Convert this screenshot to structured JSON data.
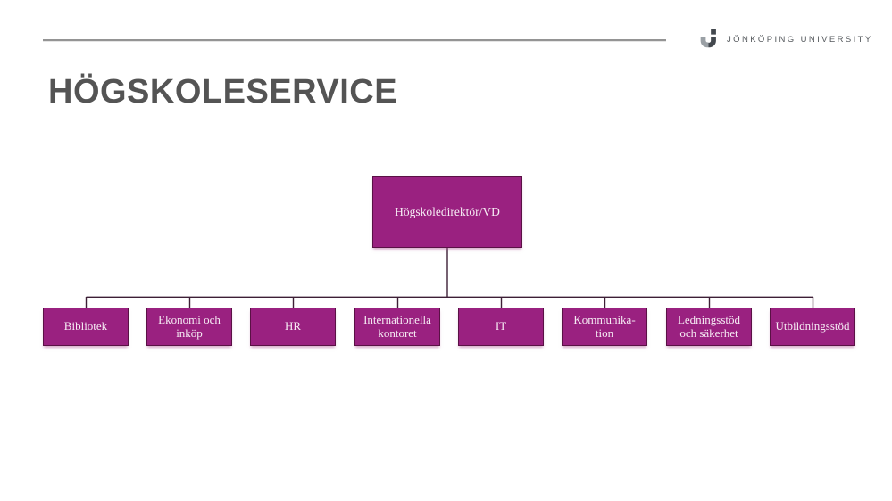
{
  "brand": {
    "name": "JÖNKÖPING UNIVERSITY",
    "logo_icon": "ju-monogram-icon"
  },
  "page": {
    "title": "HÖGSKOLESERVICE"
  },
  "colors": {
    "box_fill": "#9A2180",
    "box_border": "#5A1145",
    "box_text": "#F6ECF4",
    "connector_line": "#3D1F36",
    "title_text": "#545454",
    "brand_text": "#54585C",
    "header_rule": "#949494"
  },
  "orgchart": {
    "root": {
      "label": "Högskoledirektör/VD"
    },
    "children": [
      {
        "label": "Bibliotek"
      },
      {
        "label": "Ekonomi och\ninköp"
      },
      {
        "label": "HR"
      },
      {
        "label": "Internationella\nkontoret"
      },
      {
        "label": "IT"
      },
      {
        "label": "Kommunika-\ntion"
      },
      {
        "label": "Ledningsstöd\noch säkerhet"
      },
      {
        "label": "Utbildningsstöd"
      }
    ]
  }
}
